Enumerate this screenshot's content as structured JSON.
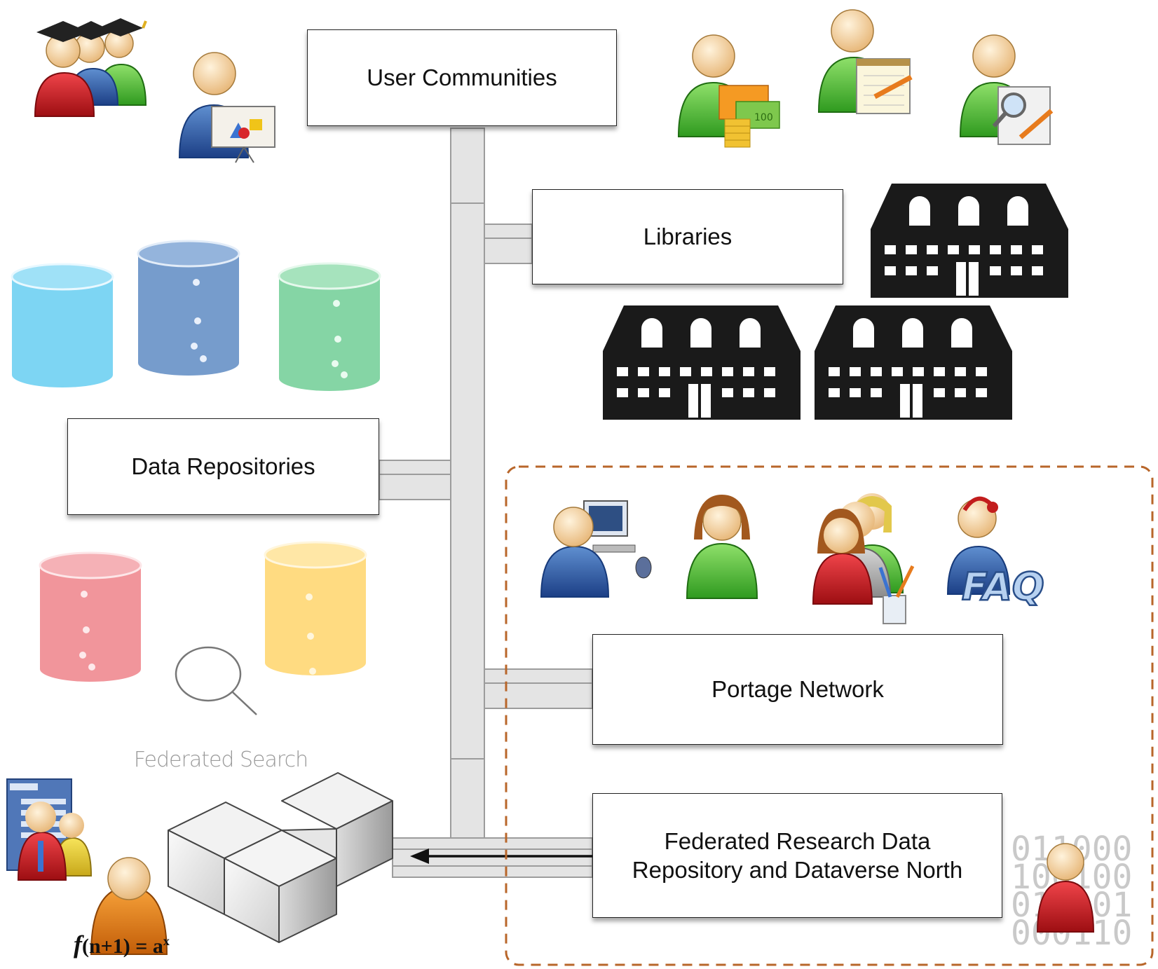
{
  "nodes": {
    "user_communities": "User Communities",
    "libraries": "Libraries",
    "data_repositories": "Data Repositories",
    "portage_network": "Portage Network",
    "frdr_line1": "Federated Research Data",
    "frdr_line2": "Repository and Dataverse North"
  },
  "labels": {
    "federated_search": "Federated Search",
    "formula_f": "f",
    "formula_rest": "(n+1) = a",
    "formula_sup": "x",
    "binary_rows": [
      "011000",
      "100100",
      "011001",
      "000110"
    ],
    "faq": "FAQ",
    "coins_note": "100"
  },
  "colors": {
    "connector_fill": "#e4e4e4",
    "connector_stroke": "#9c9c9c",
    "dashed_border": "#b8662a",
    "building": "#1a1a1a",
    "cyl_cyan": "#6fd0f2",
    "cyl_blue": "#6f97c9",
    "cyl_green": "#7ed3a0",
    "cyl_red": "#f08f96",
    "cyl_yellow": "#ffd97a"
  }
}
